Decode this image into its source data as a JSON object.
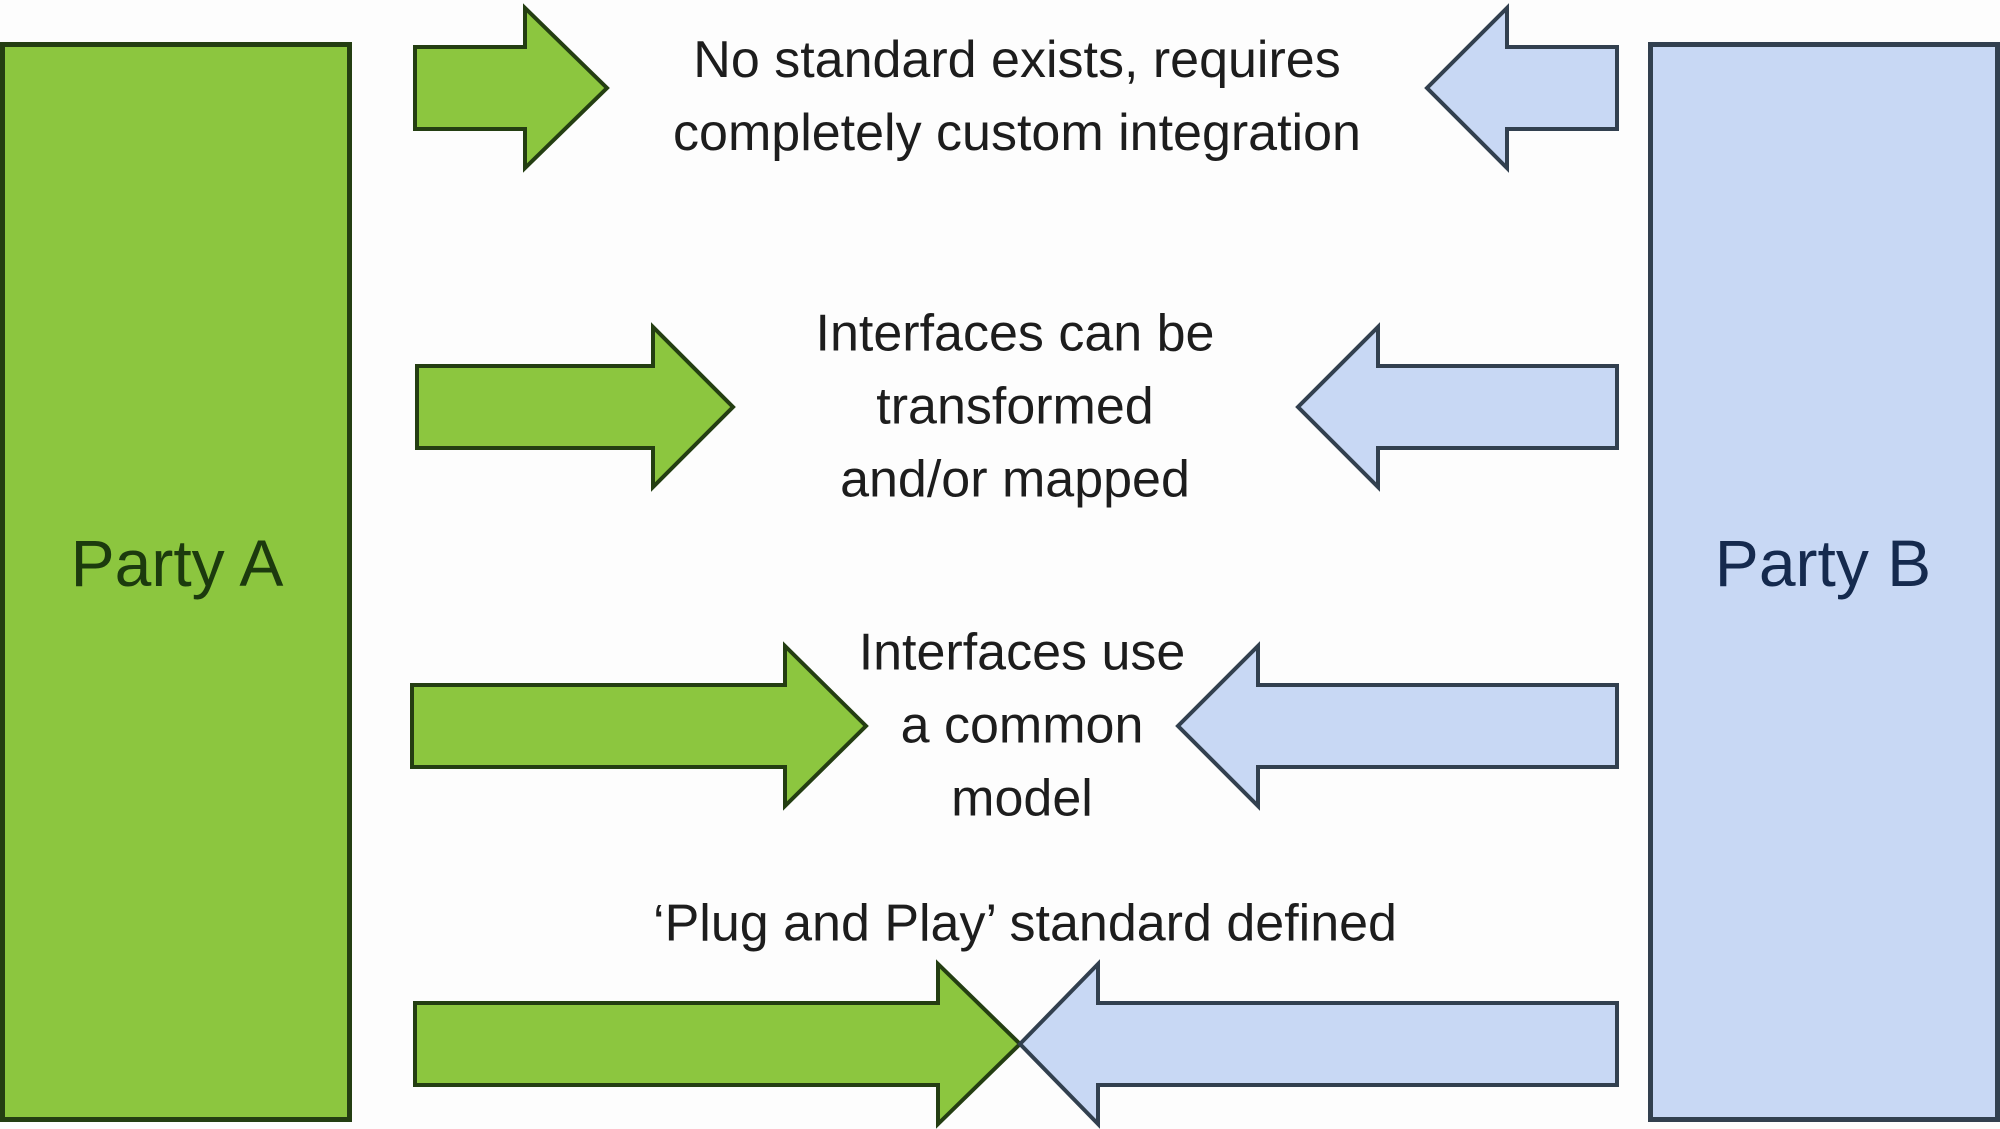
{
  "diagram": {
    "party_a": {
      "label": "Party A"
    },
    "party_b": {
      "label": "Party B"
    },
    "rows": [
      {
        "lines": [
          "No standard exists, requires",
          "completely custom integration"
        ]
      },
      {
        "lines": [
          "Interfaces can be",
          "transformed",
          "and/or mapped"
        ]
      },
      {
        "lines": [
          "Interfaces use",
          "a common",
          "model"
        ]
      },
      {
        "lines": [
          "‘Plug and Play’ standard defined"
        ]
      }
    ]
  },
  "colors": {
    "canvas-bg": "#fdfdfd",
    "party-a-fill": "#8cc63f",
    "party-a-border": "#243e12",
    "party-a-text": "#1c3a0e",
    "party-b-fill": "#c8d8f4",
    "party-b-border": "#32404f",
    "party-b-text": "#152a4e",
    "label-text": "#1d1d1d"
  }
}
